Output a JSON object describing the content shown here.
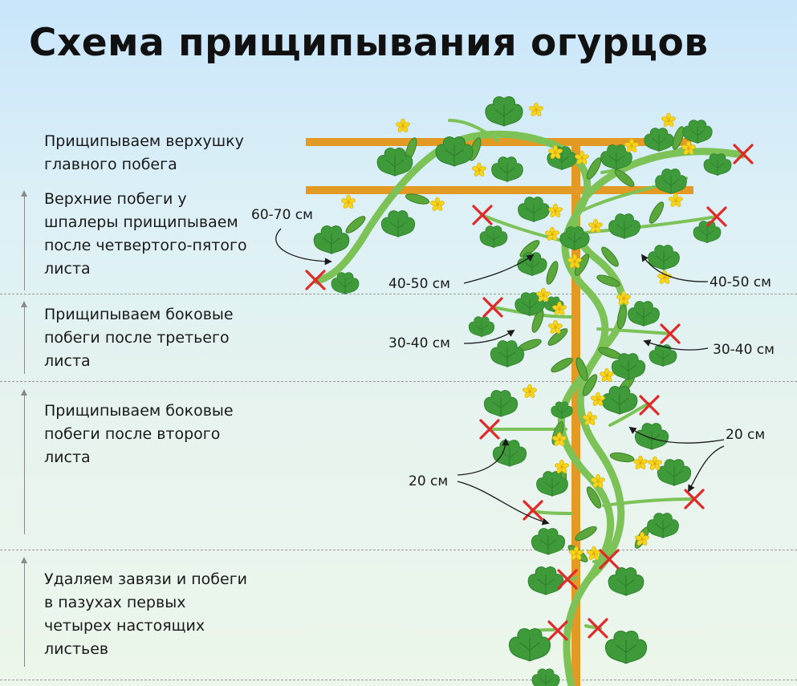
{
  "title": "Схема прищипывания огурцов",
  "steps": [
    {
      "line1": "Прищипываем верхушку",
      "line2": "главного побега"
    },
    {
      "line1": "Верхние побеги у",
      "line2": "шпалеры прищипываем",
      "line3": "после четвертого-пятого",
      "line4": "листа"
    },
    {
      "line1": "Прищипываем боковые",
      "line2": "побеги после третьего",
      "line3": "листа"
    },
    {
      "line1": "Прищипываем боковые",
      "line2": "побеги после второго",
      "line3": "листа"
    },
    {
      "line1": "Удаляем завязи и побеги",
      "line2": "в пазухах первых",
      "line3": "четырех настоящих",
      "line4": "листьев"
    }
  ],
  "labels": {
    "top_left": "60-70 см",
    "upper_left": "40-50 см",
    "upper_right": "40-50 см",
    "mid_left": "30-40 см",
    "mid_right": "30-40 см",
    "low_left": "20 см",
    "low_right": "20 см"
  },
  "colors": {
    "trellis": "#e39a24",
    "stem": "#7cc257",
    "leaf": "#3f9b3a",
    "leaf_dark": "#2d7d2c",
    "flower": "#f5d61a",
    "cucumber": "#5aa83c",
    "cross": "#e02a2a"
  }
}
